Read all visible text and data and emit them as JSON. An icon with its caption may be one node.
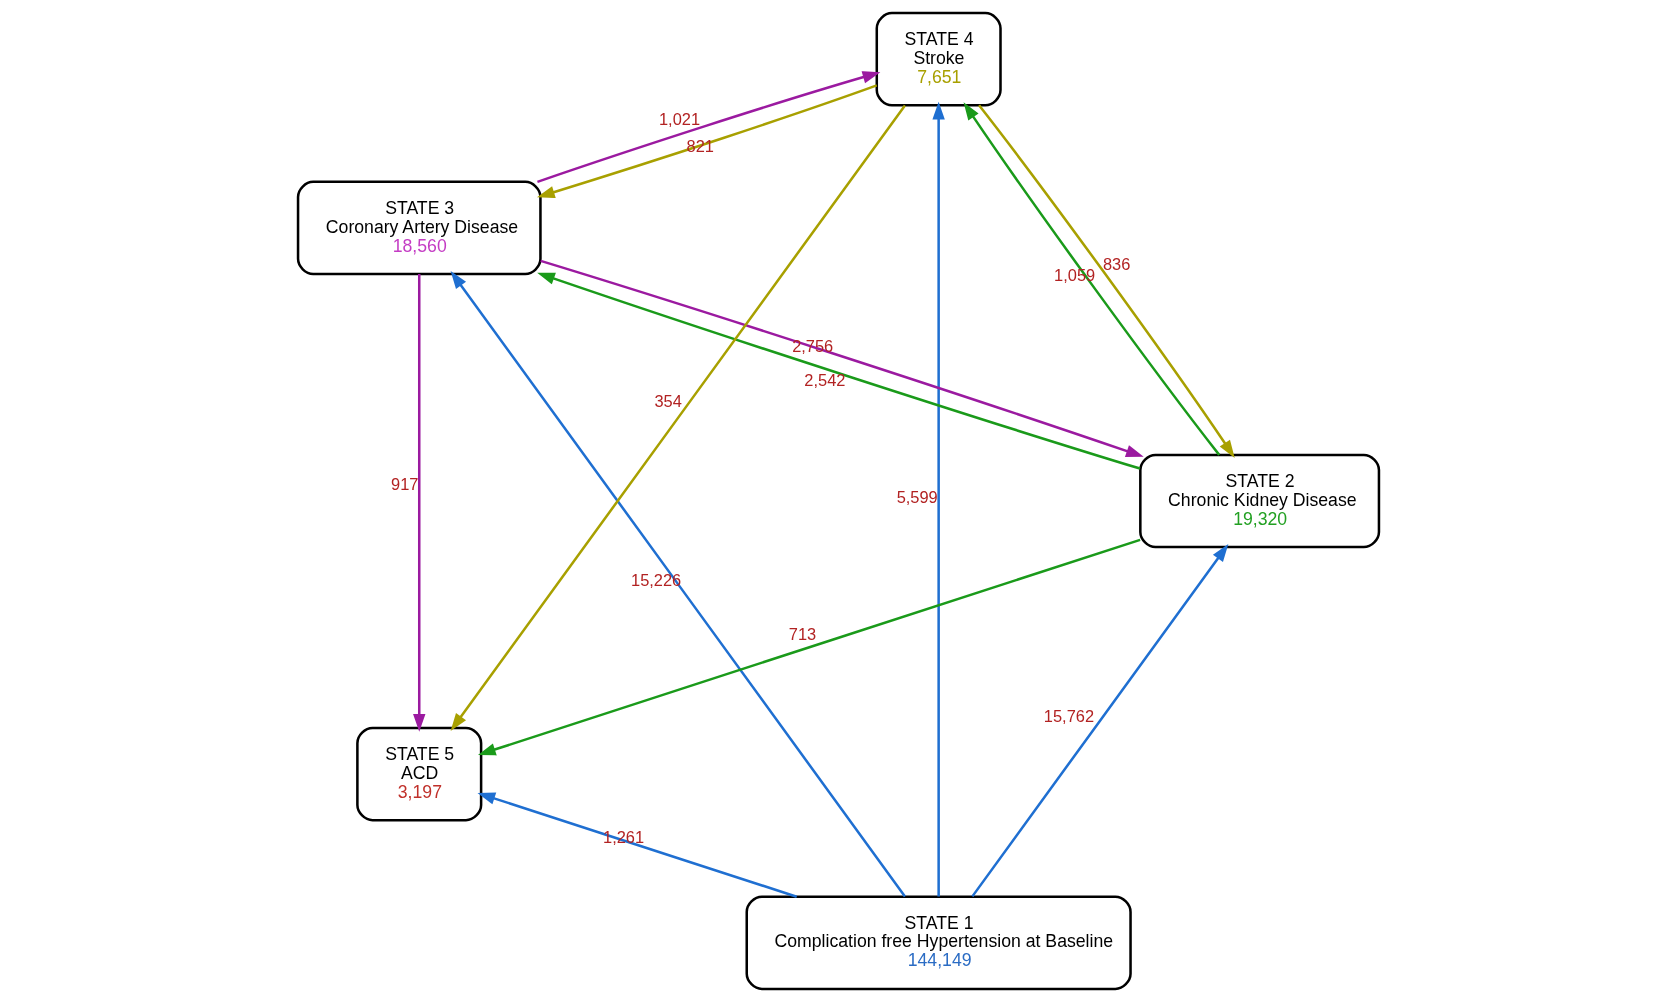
{
  "diagram": {
    "nodes": [
      {
        "text": [
          "STATE 1",
          "Complication free Hypertension at Baseline",
          "144,149"
        ]
      },
      {
        "text": [
          "STATE 2",
          "Chronic Kidney Disease",
          "19,320"
        ]
      },
      {
        "text": [
          "STATE 3",
          "Coronary Artery Disease",
          "18,560"
        ]
      },
      {
        "text": [
          "STATE 4",
          "Stroke",
          "7,651"
        ]
      },
      {
        "text": [
          "STATE 5",
          "ACD",
          "3,197"
        ]
      }
    ],
    "edges": [
      {
        "from": 0,
        "to": 1,
        "arrow": "to",
        "label": "15,762",
        "color": "#1f6fd1"
      },
      {
        "from": 0,
        "to": 4,
        "arrow": "to",
        "label": "1,261",
        "color": "#1f6fd1"
      },
      {
        "from": 0,
        "to": 3,
        "arrow": "to",
        "label": "5,599",
        "color": "#1f6fd1"
      },
      {
        "from": 0,
        "to": 2,
        "arrow": "to",
        "label": "15,226",
        "color": "#1f6fd1"
      },
      {
        "from": 2,
        "to": 1,
        "arrow": "to",
        "label": "2,756",
        "color": "#9b1aa0"
      },
      {
        "from": 1,
        "to": 2,
        "arrow": "to",
        "label": "2,542",
        "color": "#1a9a1a"
      },
      {
        "from": 1,
        "to": 3,
        "arrow": "to",
        "label": "1,059",
        "color": "#1a9a1a"
      },
      {
        "from": 3,
        "to": 1,
        "arrow": "to",
        "label": "836",
        "color": "#a8a000"
      },
      {
        "from": 1,
        "to": 4,
        "arrow": "to",
        "label": "713",
        "color": "#1a9a1a"
      },
      {
        "from": 2,
        "to": 4,
        "arrow": "to",
        "label": "917",
        "color": "#9b1aa0"
      },
      {
        "from": 3,
        "to": 4,
        "arrow": "to",
        "label": "354",
        "color": "#a8a000"
      },
      {
        "from": 2,
        "to": 3,
        "arrow": "to",
        "label": "1,021",
        "color": "#9b1aa0"
      },
      {
        "from": 3,
        "to": 2,
        "arrow": "to",
        "label": "821",
        "color": "#a8a000"
      }
    ]
  }
}
